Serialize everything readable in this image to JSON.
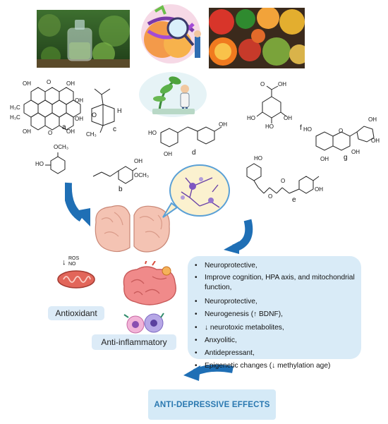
{
  "molecules": {
    "a": "a",
    "b": "b",
    "c": "c",
    "d": "d",
    "e": "e",
    "f": "f",
    "g": "g",
    "a_oh": "OH",
    "a_h3c": "H₃C",
    "a_o": "O",
    "c_o": "O",
    "c_h": "H",
    "c_ch3": "CH₃",
    "guaiacol_och3": "OCH₃",
    "guaiacol_ho": "HO",
    "b_oh": "OH",
    "b_och3": "OCH₃",
    "d_oh": "OH",
    "d_ho": "HO",
    "f_oh": "OH",
    "f_o": "O",
    "f_ho": "HO",
    "g_oh": "OH",
    "g_ho": "HO",
    "g_o": "O",
    "e_ho": "HO",
    "e_oh": "OH",
    "e_o": "O"
  },
  "mito": {
    "ros": "ROS",
    "no": "NO",
    "arrow": "↓"
  },
  "labels": {
    "antioxidant": "Antioxidant",
    "anti_inflammatory": "Anti-inflammatory"
  },
  "effects_list": [
    "Neuroprotective,",
    "Improve cognition, HPA axis, and mitochondrial function,",
    "Neuroprotective,",
    "Neurogenesis (↑ BDNF),",
    "↓ neurotoxic metabolites,",
    "Anxyolitic,",
    "Antidepressant,",
    "Epigenetic changes (↓ methylation age)"
  ],
  "final": "ANTI-DEPRESSIVE EFFECTS",
  "colors": {
    "panel": "#d9ebf7",
    "arrow": "#1f6fb5",
    "final_text": "#2a78b0"
  }
}
